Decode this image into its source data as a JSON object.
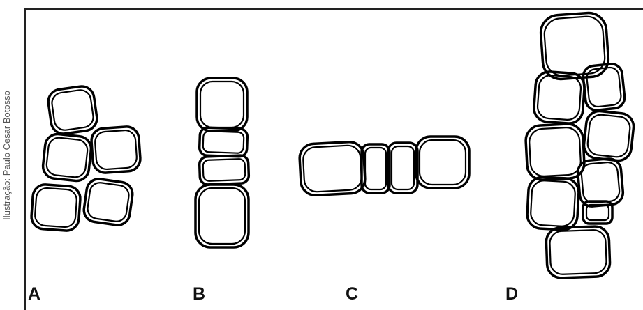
{
  "credit": "Ilustração: Paulo Cesar Botosso",
  "panels": [
    {
      "label": "A"
    },
    {
      "label": "B"
    },
    {
      "label": "C"
    },
    {
      "label": "D"
    }
  ],
  "colors": {
    "stroke": "#000000",
    "background": "#ffffff"
  }
}
